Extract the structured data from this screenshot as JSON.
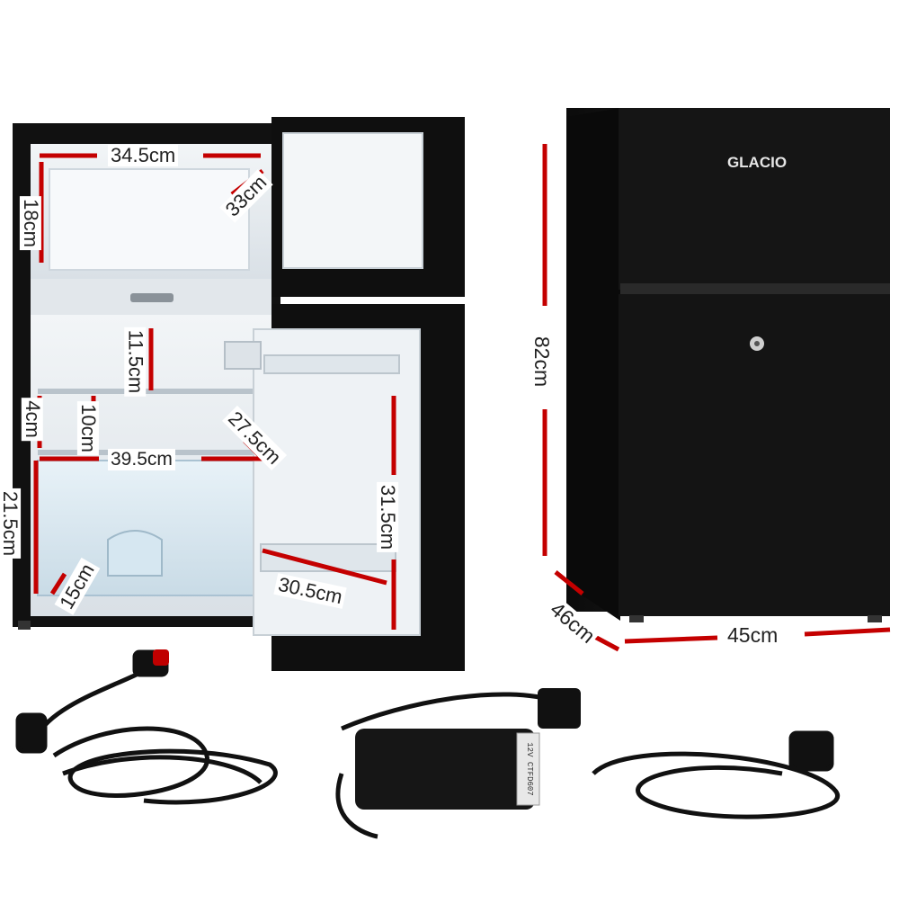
{
  "brand": {
    "logo_text": "GLACIO"
  },
  "colors": {
    "dimension_line": "#c40000",
    "fridge_body": "#131313",
    "interior": "#e9eef2",
    "background": "#ffffff"
  },
  "dimensions": {
    "freezer_width": "34.5cm",
    "freezer_height": "18cm",
    "freezer_depth": "33cm",
    "shelf_gap_upper": "11.5cm",
    "shelf_gap_lower": "10cm",
    "side_gap": "4cm",
    "fridge_width": "39.5cm",
    "door_shelf_depth": "27.5cm",
    "crisper_height": "21.5cm",
    "crisper_depth": "15cm",
    "door_height": "31.5cm",
    "door_shelf_width": "30.5cm",
    "overall_height": "82cm",
    "overall_depth": "46cm",
    "overall_width": "45cm"
  },
  "accessories": {
    "adapter_label": "12V CTFD607"
  }
}
